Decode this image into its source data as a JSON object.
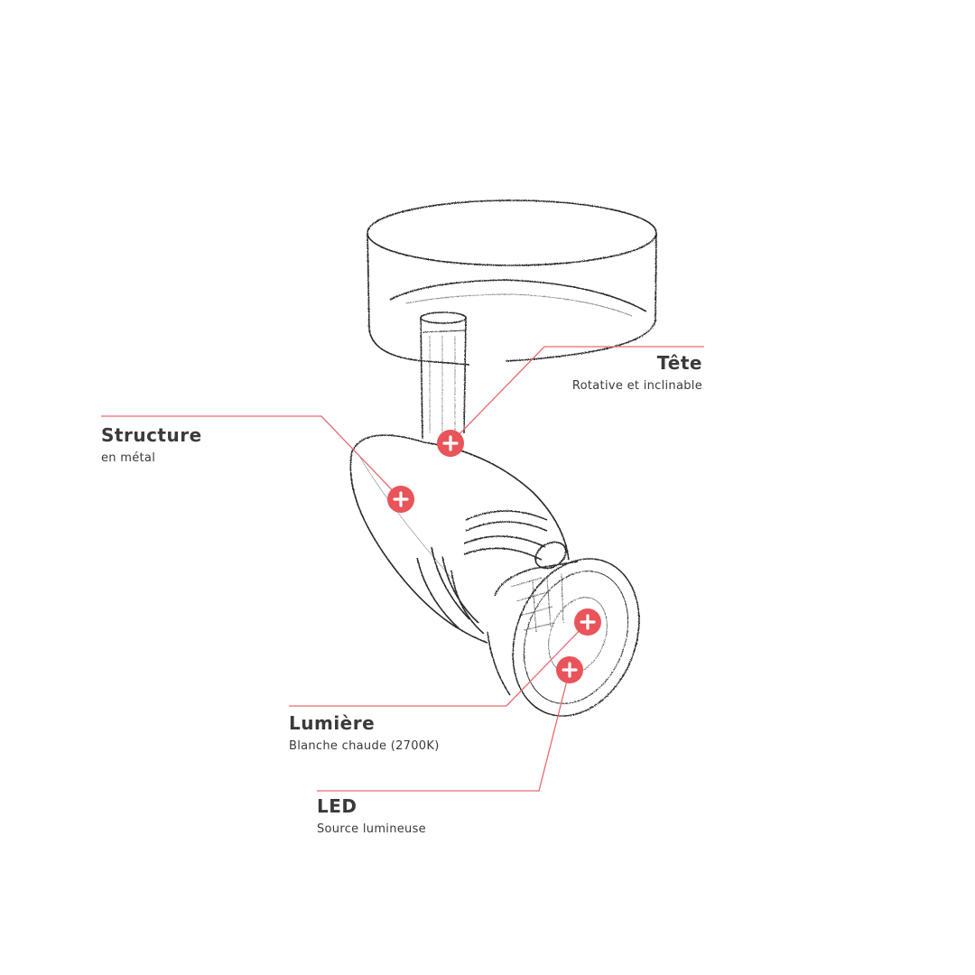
{
  "colors": {
    "accent": "#e8545a",
    "line": "#e86a6e",
    "text": "#3a3a3a",
    "sketch": "#2b2b2b"
  },
  "hotspot_icon": "plus-icon",
  "callouts": [
    {
      "key": "tete",
      "title": "Tête",
      "subtitle": "Rotative et inclinable"
    },
    {
      "key": "structure",
      "title": "Structure",
      "subtitle": "en métal"
    },
    {
      "key": "lumiere",
      "title": "Lumière",
      "subtitle": "Blanche chaude (2700K)"
    },
    {
      "key": "led",
      "title": "LED",
      "subtitle": "Source lumineuse"
    }
  ]
}
